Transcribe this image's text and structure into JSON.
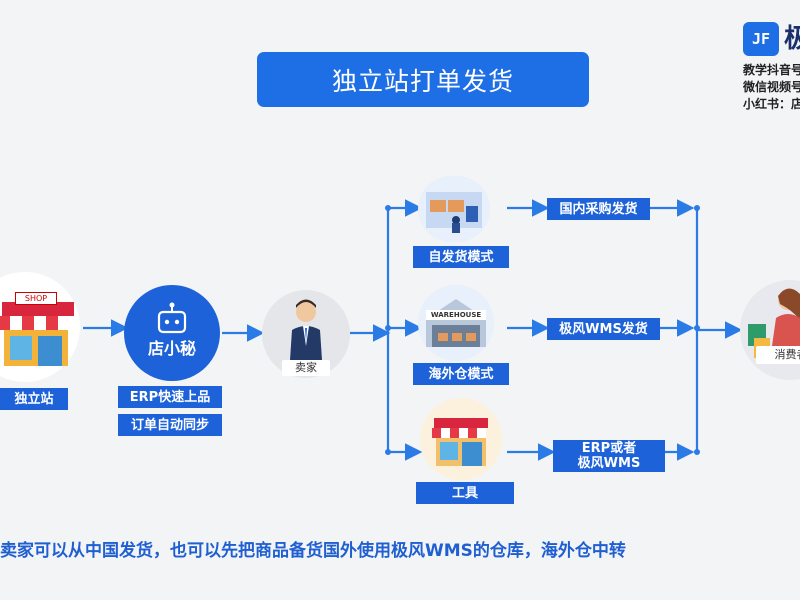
{
  "title": "独立站打单发货",
  "brand": {
    "logo_text": "JF",
    "name": "极",
    "lines": [
      "教学抖音号",
      "微信视频号",
      "小红书：店"
    ]
  },
  "nodes": {
    "store": {
      "sign": "SHOP",
      "label": "独立站"
    },
    "erp": {
      "name": "店小秘",
      "tags": [
        "ERP快速上品",
        "订单自动同步"
      ]
    },
    "seller": {
      "label": "卖家"
    },
    "modes": [
      {
        "label": "自发货模式",
        "action": "国内采购发货"
      },
      {
        "label": "海外仓模式",
        "sign": "WAREHOUSE",
        "action": "极风WMS发货"
      },
      {
        "label": "工具",
        "action": "ERP或者\n极风WMS"
      }
    ],
    "consumer": {
      "label": "消费者"
    }
  },
  "caption": "卖家可以从中国发货，也可以先把商品备货国外使用极风WMS的仓库，海外仓中转",
  "colors": {
    "accent": "#1e6fe6",
    "label": "#1d62d8",
    "line": "#2a7be6"
  }
}
